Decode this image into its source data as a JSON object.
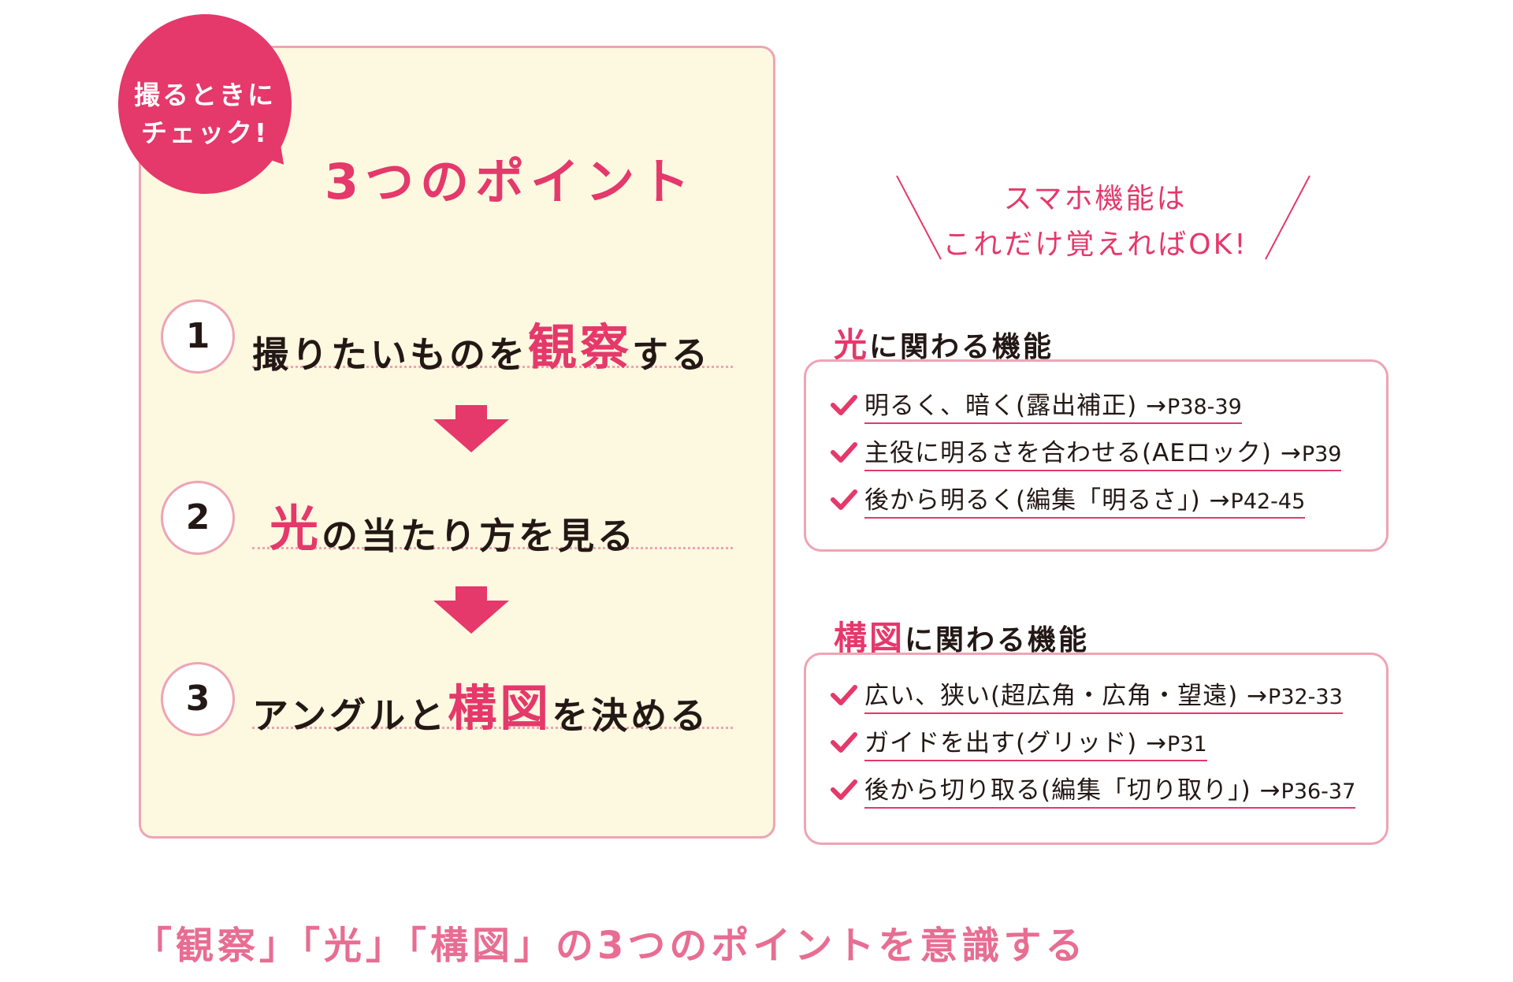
{
  "badge": {
    "line1": "撮るときに",
    "line2": "チェック!"
  },
  "card_title": "3つのポイント",
  "steps": [
    {
      "number": "1",
      "before": "撮りたいものを",
      "highlight": "観察",
      "after": "する"
    },
    {
      "number": "2",
      "before": "",
      "highlight": "光",
      "after": "の当たり方を見る"
    },
    {
      "number": "3",
      "before": "アングルと",
      "highlight": "構図",
      "after": "を決める"
    }
  ],
  "right_heading": {
    "line1": "スマホ機能は",
    "line2": "これだけ覚えればOK!"
  },
  "sections": [
    {
      "highlight": "光",
      "label": "に関わる機能",
      "items": [
        {
          "text": "明るく、暗く(露出補正)",
          "arrow": "→",
          "page": "P38-39"
        },
        {
          "text": "主役に明るさを合わせる(AEロック)",
          "arrow": "→",
          "page": "P39"
        },
        {
          "text": "後から明るく(編集「明るさ」)",
          "arrow": "→",
          "page": "P42-45"
        }
      ]
    },
    {
      "highlight": "構図",
      "label": "に関わる機能",
      "items": [
        {
          "text": "広い、狭い(超広角・広角・望遠)",
          "arrow": "→",
          "page": "P32-33"
        },
        {
          "text": "ガイドを出す(グリッド)",
          "arrow": "→",
          "page": "P31"
        },
        {
          "text": "後から切り取る(編集「切り取り」)",
          "arrow": "→",
          "page": "P36-37"
        }
      ]
    }
  ],
  "footer": "「観察」「光」「構図」の3つのポイントを意識する",
  "colors": {
    "accent": "#e5386b",
    "border": "#eea4b4",
    "card_bg": "#fdf8e0",
    "footer": "#e86d93"
  }
}
